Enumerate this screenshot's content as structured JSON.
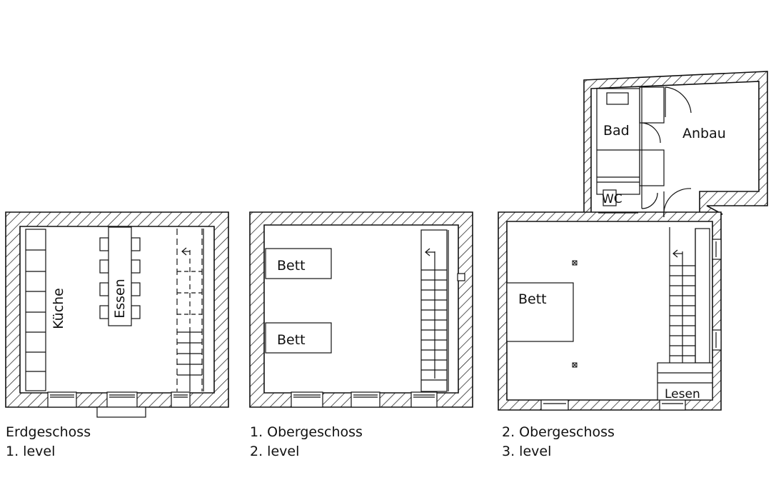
{
  "floors": [
    {
      "caption_de": "Erdgeschoss",
      "caption_en": "1. level",
      "rooms": [
        "Küche",
        "Essen"
      ]
    },
    {
      "caption_de": "1. Obergeschoss",
      "caption_en": "2. level",
      "rooms": [
        "Bett",
        "Bett"
      ]
    },
    {
      "caption_de": "2. Obergeschoss",
      "caption_en": "3. level",
      "rooms": [
        "Bett",
        "Lesen",
        "Bad",
        "Anbau",
        "WC"
      ]
    }
  ]
}
